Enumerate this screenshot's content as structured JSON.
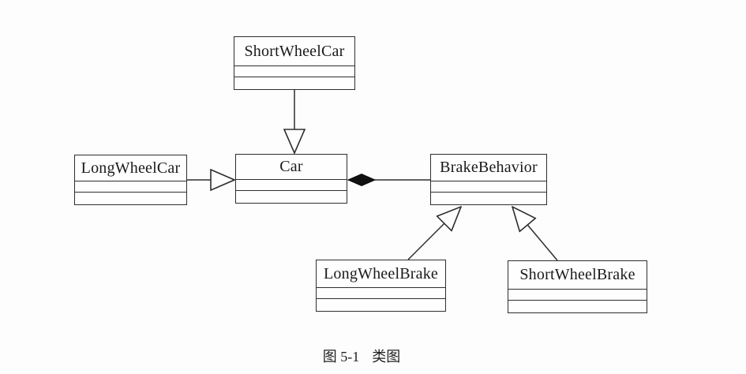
{
  "diagram": {
    "type": "uml-class-diagram",
    "classes": [
      {
        "name": "ShortWheelCar"
      },
      {
        "name": "LongWheelCar"
      },
      {
        "name": "Car"
      },
      {
        "name": "BrakeBehavior"
      },
      {
        "name": "LongWheelBrake"
      },
      {
        "name": "ShortWheelBrake"
      }
    ],
    "relationships": [
      {
        "from": "ShortWheelCar",
        "to": "Car",
        "type": "generalization",
        "arrow": "hollow-triangle"
      },
      {
        "from": "LongWheelCar",
        "to": "Car",
        "type": "generalization",
        "arrow": "hollow-triangle"
      },
      {
        "from": "Car",
        "to": "BrakeBehavior",
        "type": "composition",
        "arrow": "filled-diamond"
      },
      {
        "from": "LongWheelBrake",
        "to": "BrakeBehavior",
        "type": "generalization",
        "arrow": "hollow-triangle"
      },
      {
        "from": "ShortWheelBrake",
        "to": "BrakeBehavior",
        "type": "generalization",
        "arrow": "hollow-triangle"
      }
    ],
    "caption": {
      "number": "图 5-1",
      "title": "类图"
    }
  },
  "colors": {
    "line": "#2e2e2e",
    "background": "#fdfdfd",
    "box_fill": "#fefefe",
    "diamond_fill": "#111111"
  }
}
